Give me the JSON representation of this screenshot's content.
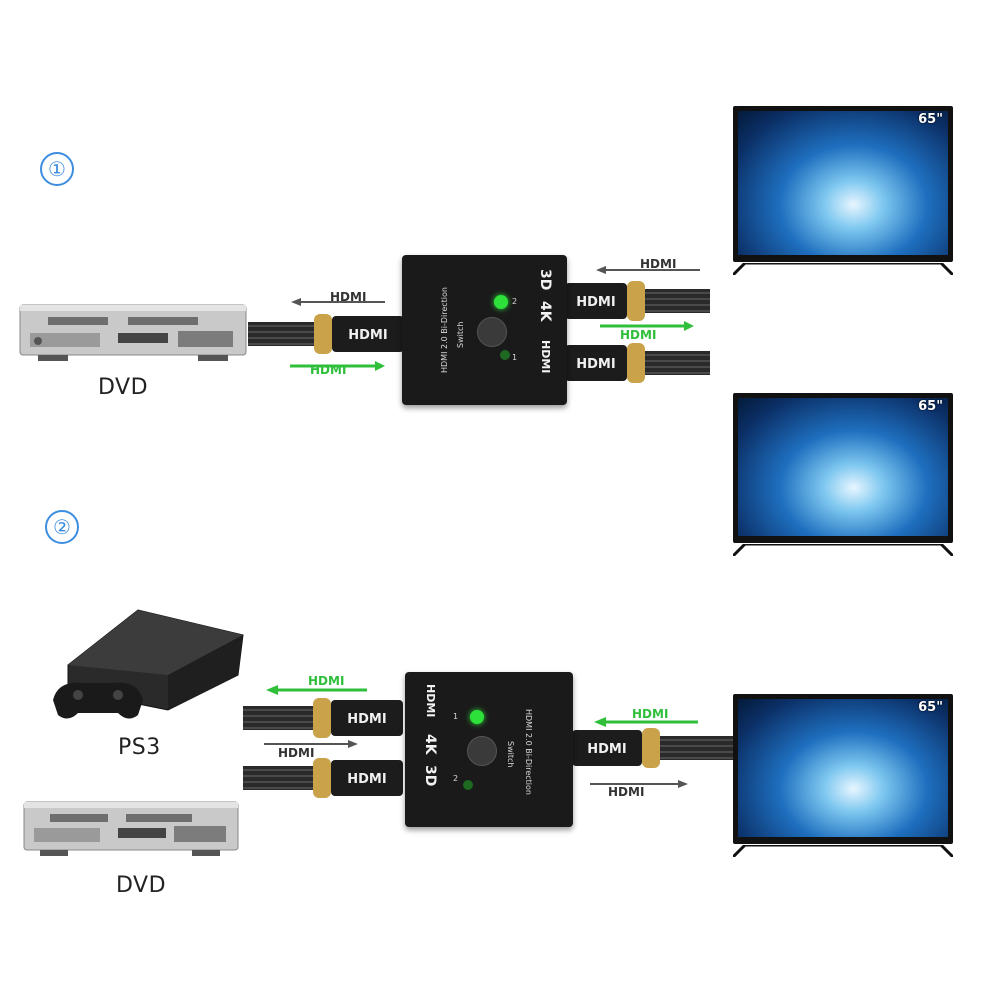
{
  "scenarios": [
    {
      "marker": "①",
      "source_label": "DVD",
      "cable_labels": {
        "source_out": "HDMI",
        "source_in": "HDMI",
        "display_in": "HDMI",
        "display_out": "HDMI"
      }
    },
    {
      "marker": "②",
      "source_labels": [
        "PS3",
        "DVD"
      ],
      "cable_labels": {
        "source_top": "HDMI",
        "source_bottom": "HDMI",
        "display_in": "HDMI",
        "display_out": "HDMI"
      }
    }
  ],
  "switch": {
    "line1": "HDMI 2.0 Bi-Direction",
    "line2": "Switch",
    "badge_4k": "4K",
    "badge_3d": "3D",
    "badge_hdmi": "HDMI",
    "port_1": "1",
    "port_2": "2"
  },
  "tv": {
    "size_label": "65\""
  },
  "colors": {
    "marker": "#3d8ee0",
    "green_arrow": "#2fbf3b",
    "gray_arrow": "#555555",
    "tv_screen": "#1e6fbf",
    "switch_body": "#1a1a1a",
    "led": "#2ee03a",
    "connector_gold": "#c9a24a"
  }
}
